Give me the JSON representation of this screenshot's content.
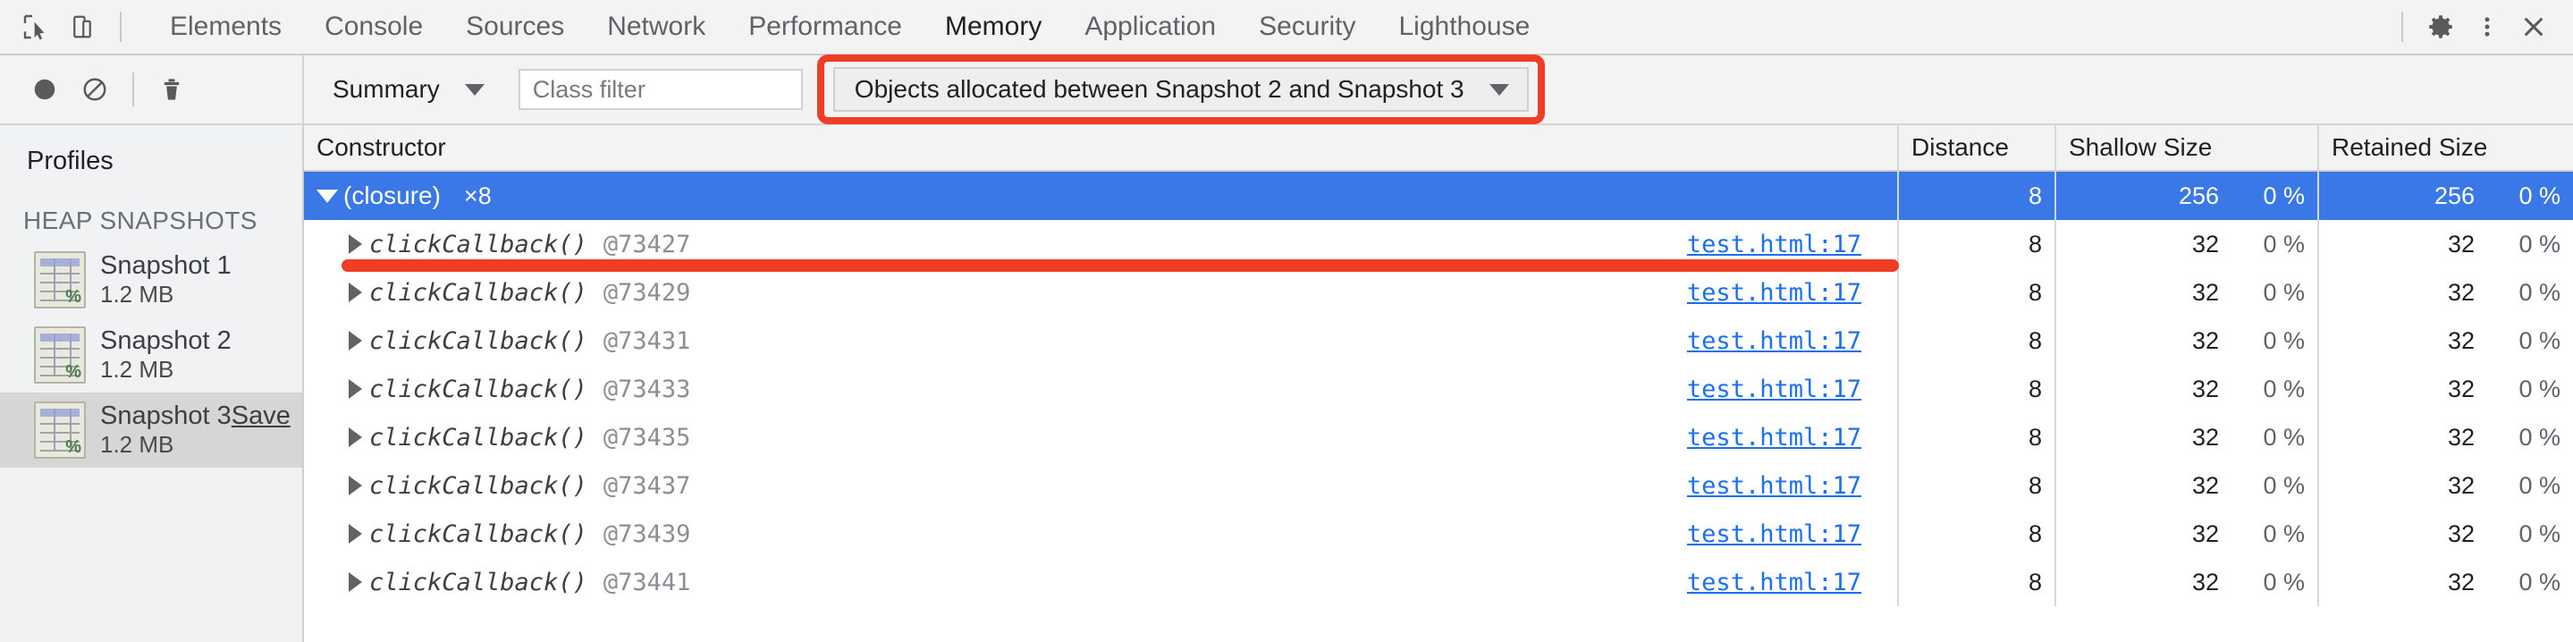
{
  "tabbar": {
    "icons": [
      {
        "name": "inspect-element-icon",
        "label": "Inspect element"
      },
      {
        "name": "device-toolbar-icon",
        "label": "Toggle device toolbar"
      }
    ],
    "tabs": [
      {
        "label": "Elements",
        "active": false
      },
      {
        "label": "Console",
        "active": false
      },
      {
        "label": "Sources",
        "active": false
      },
      {
        "label": "Network",
        "active": false
      },
      {
        "label": "Performance",
        "active": false
      },
      {
        "label": "Memory",
        "active": true
      },
      {
        "label": "Application",
        "active": false
      },
      {
        "label": "Security",
        "active": false
      },
      {
        "label": "Lighthouse",
        "active": false
      }
    ],
    "right_icons": [
      {
        "name": "gear-icon",
        "label": "Settings"
      },
      {
        "name": "more-vertical-icon",
        "label": "Customize and control DevTools"
      },
      {
        "name": "close-icon",
        "label": "Close DevTools"
      }
    ]
  },
  "toolbar": {
    "record_label": "Start/stop recording",
    "clear_label": "Clear",
    "delete_label": "Delete profile",
    "view_mode": "Summary",
    "class_filter_placeholder": "Class filter",
    "class_filter_value": "",
    "allocation_filter": "Objects allocated between Snapshot 2 and Snapshot 3"
  },
  "sidebar": {
    "title": "Profiles",
    "section": "HEAP SNAPSHOTS",
    "snapshots": [
      {
        "name": "Snapshot 1",
        "size": "1.2 MB",
        "selected": false,
        "save": ""
      },
      {
        "name": "Snapshot 2",
        "size": "1.2 MB",
        "selected": false,
        "save": ""
      },
      {
        "name": "Snapshot 3",
        "size": "1.2 MB",
        "selected": true,
        "save": "Save"
      }
    ]
  },
  "grid": {
    "columns": [
      "Constructor",
      "Distance",
      "Shallow Size",
      "Retained Size"
    ],
    "rows": [
      {
        "type": "group",
        "expanded": true,
        "constructor": "(closure)",
        "count": "×8",
        "objid": "",
        "link": "",
        "distance": "8",
        "shallow": "256",
        "shallow_pct": "0 %",
        "retained": "256",
        "retained_pct": "0 %",
        "selected": true
      },
      {
        "type": "child",
        "expanded": false,
        "constructor": "clickCallback()",
        "count": "",
        "objid": "@73427",
        "link": "test.html:17",
        "distance": "8",
        "shallow": "32",
        "shallow_pct": "0 %",
        "retained": "32",
        "retained_pct": "0 %",
        "selected": false
      },
      {
        "type": "child",
        "expanded": false,
        "constructor": "clickCallback()",
        "count": "",
        "objid": "@73429",
        "link": "test.html:17",
        "distance": "8",
        "shallow": "32",
        "shallow_pct": "0 %",
        "retained": "32",
        "retained_pct": "0 %",
        "selected": false
      },
      {
        "type": "child",
        "expanded": false,
        "constructor": "clickCallback()",
        "count": "",
        "objid": "@73431",
        "link": "test.html:17",
        "distance": "8",
        "shallow": "32",
        "shallow_pct": "0 %",
        "retained": "32",
        "retained_pct": "0 %",
        "selected": false
      },
      {
        "type": "child",
        "expanded": false,
        "constructor": "clickCallback()",
        "count": "",
        "objid": "@73433",
        "link": "test.html:17",
        "distance": "8",
        "shallow": "32",
        "shallow_pct": "0 %",
        "retained": "32",
        "retained_pct": "0 %",
        "selected": false
      },
      {
        "type": "child",
        "expanded": false,
        "constructor": "clickCallback()",
        "count": "",
        "objid": "@73435",
        "link": "test.html:17",
        "distance": "8",
        "shallow": "32",
        "shallow_pct": "0 %",
        "retained": "32",
        "retained_pct": "0 %",
        "selected": false
      },
      {
        "type": "child",
        "expanded": false,
        "constructor": "clickCallback()",
        "count": "",
        "objid": "@73437",
        "link": "test.html:17",
        "distance": "8",
        "shallow": "32",
        "shallow_pct": "0 %",
        "retained": "32",
        "retained_pct": "0 %",
        "selected": false
      },
      {
        "type": "child",
        "expanded": false,
        "constructor": "clickCallback()",
        "count": "",
        "objid": "@73439",
        "link": "test.html:17",
        "distance": "8",
        "shallow": "32",
        "shallow_pct": "0 %",
        "retained": "32",
        "retained_pct": "0 %",
        "selected": false
      },
      {
        "type": "child",
        "expanded": false,
        "constructor": "clickCallback()",
        "count": "",
        "objid": "@73441",
        "link": "test.html:17",
        "distance": "8",
        "shallow": "32",
        "shallow_pct": "0 %",
        "retained": "32",
        "retained_pct": "0 %",
        "selected": false
      }
    ]
  },
  "annotations": {
    "highlight_color": "#ef3e25",
    "box_target": "Objects allocated between Snapshot 2 and Snapshot 3",
    "underline_target": "clickCallback() @73427"
  },
  "colors": {
    "selection_blue": "#3b78e7",
    "link_blue": "#1a6ff2",
    "annotation_red": "#ef3e25",
    "toolbar_bg": "#f3f3f3",
    "sidebar_bg": "#f1f2f3"
  }
}
